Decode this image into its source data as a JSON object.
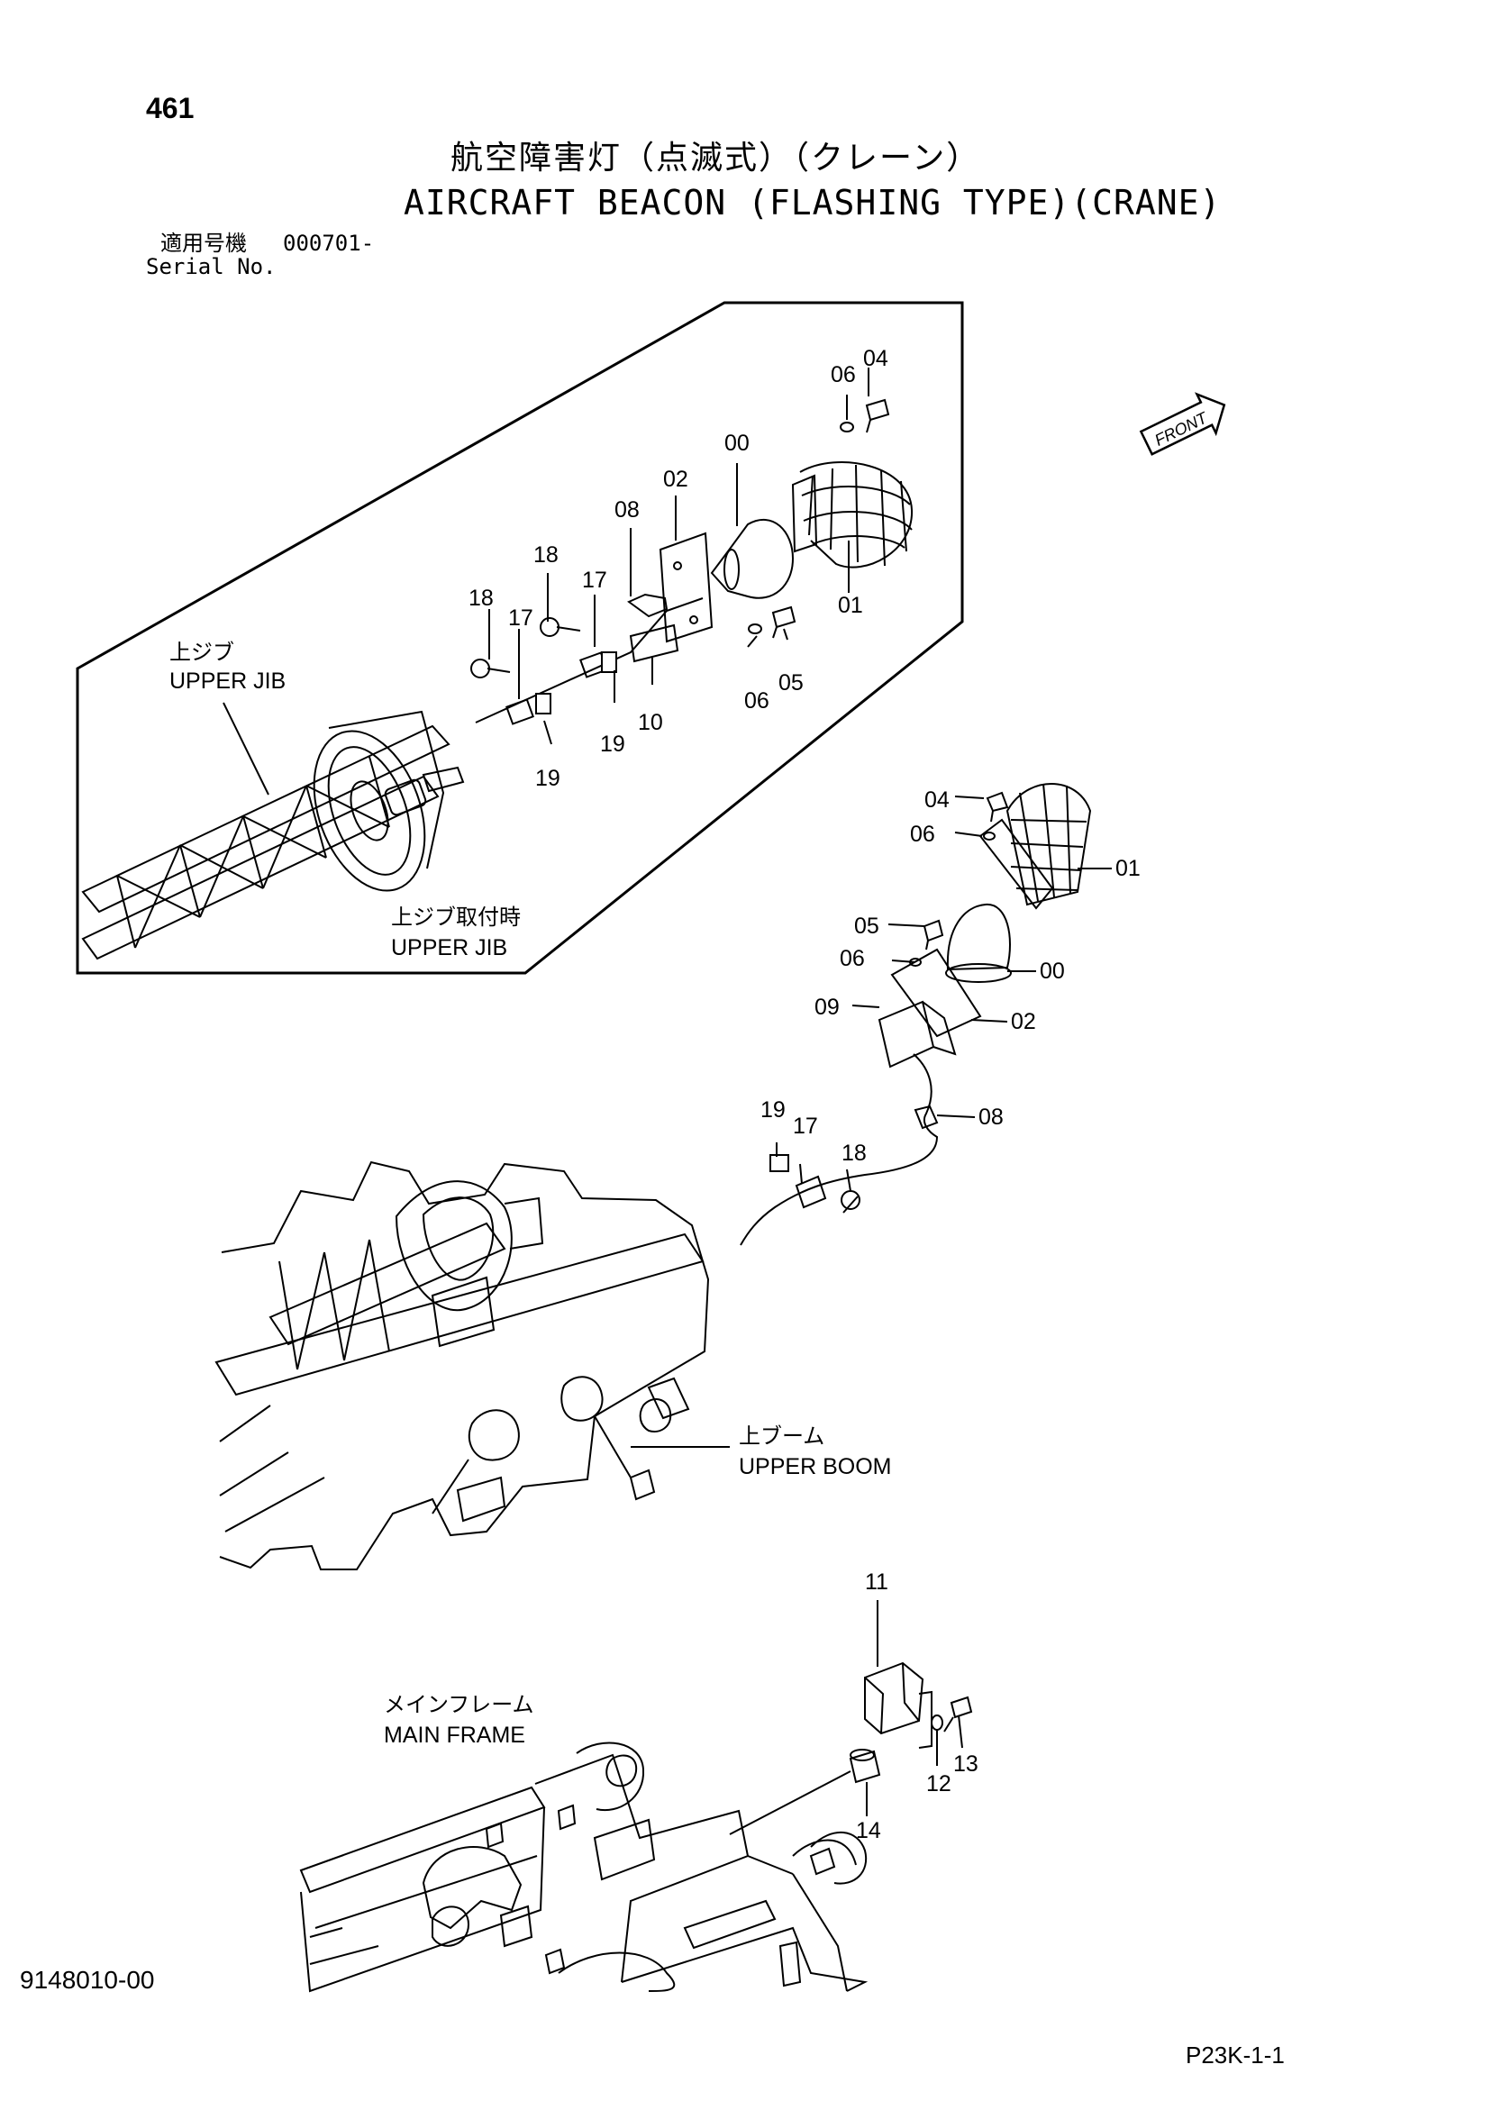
{
  "header": {
    "page_number": "461",
    "title_jp": "航空障害灯（点滅式）（クレーン）",
    "title_en": "AIRCRAFT BEACON (FLASHING TYPE)(CRANE)",
    "serial_label_jp": "適用号機",
    "serial_value": "000701-",
    "serial_label_en": "Serial No."
  },
  "footer": {
    "doc_code": "9148010-00",
    "page_code": "P23K-1-1"
  },
  "direction": {
    "front_label": "FRONT"
  },
  "assemblies": {
    "upper_jib_jp": "上ジブ",
    "upper_jib_en": "UPPER JIB",
    "upper_jib_mount_jp": "上ジブ取付時",
    "upper_jib_mount_en": "UPPER JIB",
    "upper_boom_jp": "上ブーム",
    "upper_boom_en": "UPPER BOOM",
    "main_frame_jp": "メインフレーム",
    "main_frame_en": "MAIN FRAME"
  },
  "callouts_inset": {
    "c04": "04",
    "c06a": "06",
    "c00": "00",
    "c02": "02",
    "c08": "08",
    "c18a": "18",
    "c18b": "18",
    "c17a": "17",
    "c17b": "17",
    "c01": "01",
    "c06b": "06",
    "c05": "05",
    "c10": "10",
    "c19a": "19",
    "c19b": "19"
  },
  "callouts_main": {
    "c04": "04",
    "c06a": "06",
    "c01": "01",
    "c05": "05",
    "c06b": "06",
    "c00": "00",
    "c09": "09",
    "c02": "02",
    "c08": "08",
    "c19": "19",
    "c17": "17",
    "c18": "18",
    "c11": "11",
    "c12": "12",
    "c13": "13",
    "c14": "14"
  }
}
